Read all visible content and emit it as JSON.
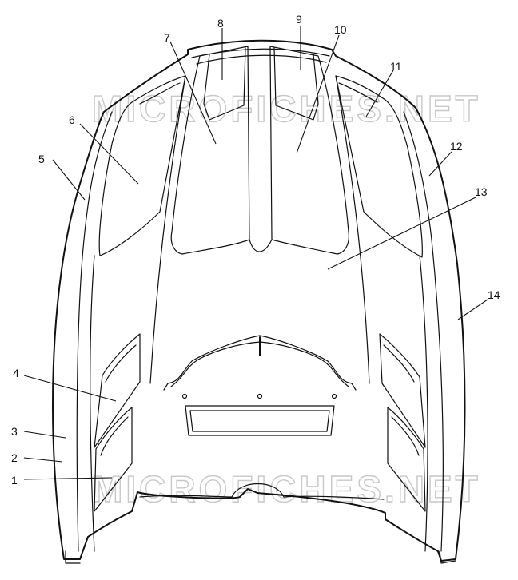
{
  "watermark": {
    "text": "MICROFICHES.NET",
    "color": "#c8c8c8"
  },
  "callouts": [
    {
      "id": "1",
      "text": "1"
    },
    {
      "id": "2",
      "text": "2"
    },
    {
      "id": "3",
      "text": "3"
    },
    {
      "id": "4",
      "text": "4"
    },
    {
      "id": "5",
      "text": "5"
    },
    {
      "id": "6",
      "text": "6"
    },
    {
      "id": "7",
      "text": "7"
    },
    {
      "id": "8",
      "text": "8"
    },
    {
      "id": "9",
      "text": "9"
    },
    {
      "id": "10",
      "text": "10"
    },
    {
      "id": "11",
      "text": "11"
    },
    {
      "id": "12",
      "text": "12"
    },
    {
      "id": "13",
      "text": "13"
    },
    {
      "id": "14",
      "text": "14"
    }
  ],
  "line_color": "#111111"
}
